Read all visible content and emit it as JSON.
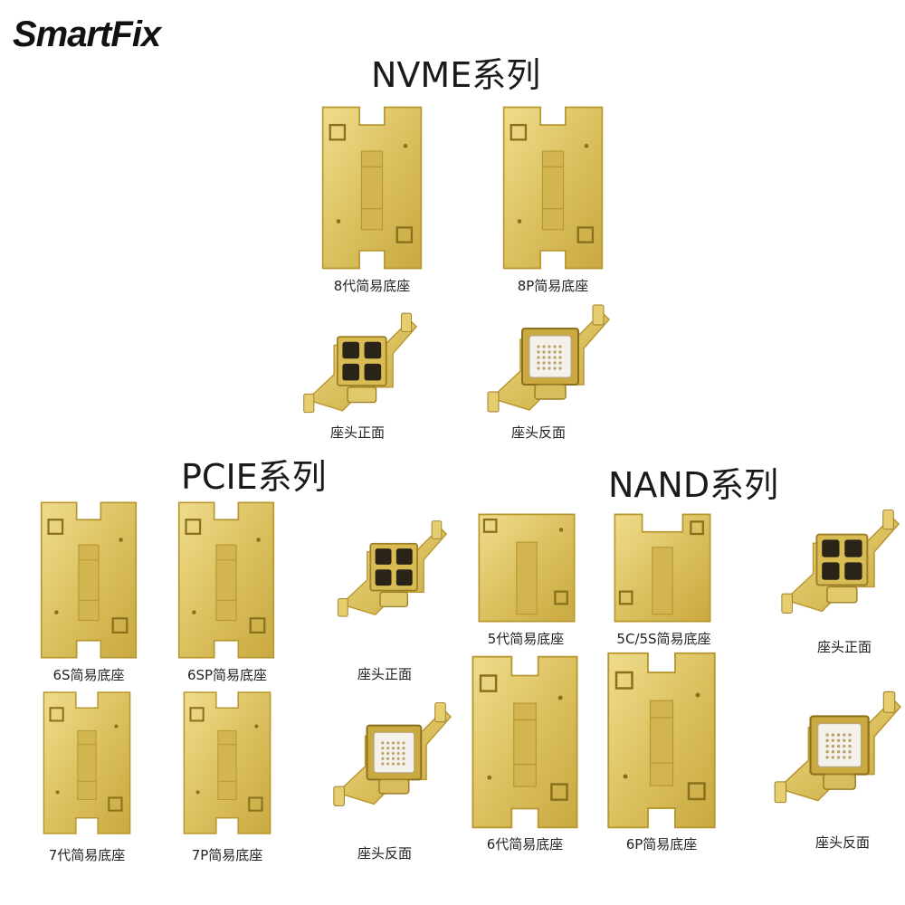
{
  "brand": {
    "logo_text": "SmartFix"
  },
  "colors": {
    "gold_light": "#e8d27a",
    "gold": "#d8bb52",
    "gold_dark": "#a98a2a",
    "chip_white": "#f4f1ea"
  },
  "sections": {
    "nvme": {
      "title": "NVME系列",
      "items": [
        {
          "label": "8代简易底座",
          "icon": "fixture-plate"
        },
        {
          "label": "8P简易底座",
          "icon": "fixture-plate"
        },
        {
          "label": "座头正面",
          "icon": "socket-head-front"
        },
        {
          "label": "座头反面",
          "icon": "socket-head-back"
        }
      ]
    },
    "pcie": {
      "title": "PCIE系列",
      "items": [
        {
          "label": "6S简易底座",
          "icon": "fixture-plate"
        },
        {
          "label": "6SP简易底座",
          "icon": "fixture-plate"
        },
        {
          "label": "7代简易底座",
          "icon": "fixture-plate"
        },
        {
          "label": "7P简易底座",
          "icon": "fixture-plate"
        },
        {
          "label": "座头正面",
          "icon": "socket-head-front"
        },
        {
          "label": "座头反面",
          "icon": "socket-head-back"
        }
      ]
    },
    "nand": {
      "title": "NAND系列",
      "items": [
        {
          "label": "5代简易底座",
          "icon": "fixture-plate"
        },
        {
          "label": "5C/5S简易底座",
          "icon": "fixture-plate"
        },
        {
          "label": "6代简易底座",
          "icon": "fixture-plate"
        },
        {
          "label": "6P简易底座",
          "icon": "fixture-plate"
        },
        {
          "label": "座头正面",
          "icon": "socket-head-front"
        },
        {
          "label": "座头反面",
          "icon": "socket-head-back"
        }
      ]
    }
  }
}
